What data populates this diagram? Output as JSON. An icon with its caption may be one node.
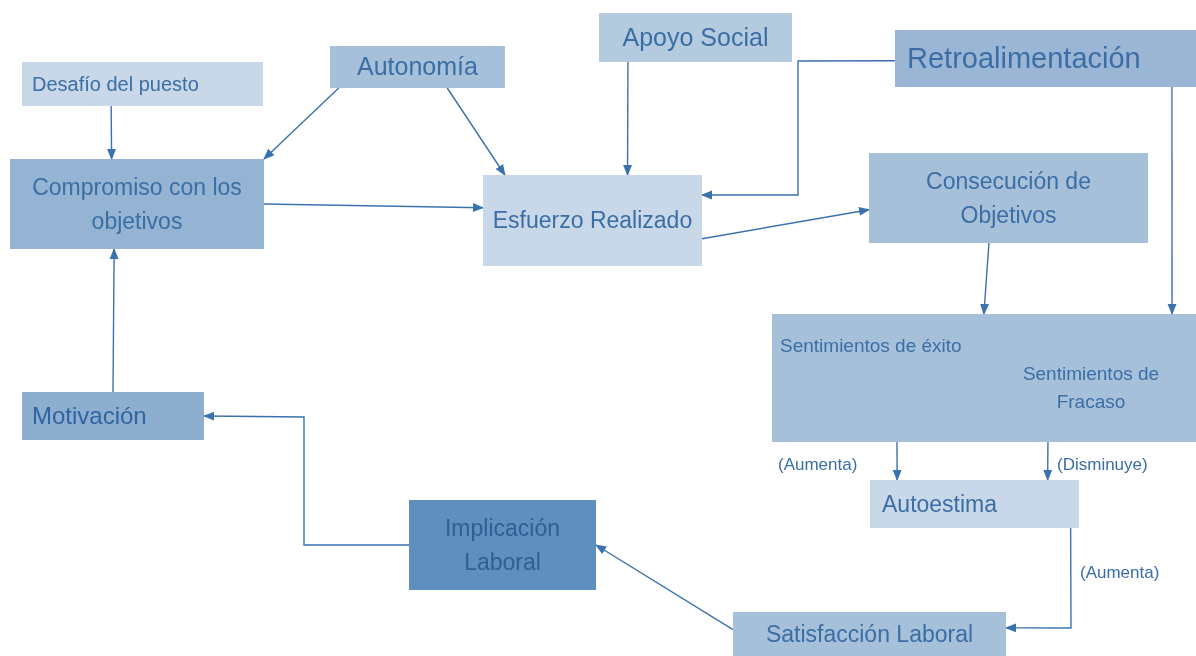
{
  "diagram": {
    "nodes": [
      {
        "text": [
          "Desafío del puesto"
        ]
      },
      {
        "text": [
          "Autonomía"
        ]
      },
      {
        "text": [
          "Apoyo Social"
        ]
      },
      {
        "text": [
          "Retroalimentación"
        ]
      },
      {
        "text": [
          "Compromiso con los objetivos"
        ]
      },
      {
        "text": [
          "Esfuerzo Realizado"
        ]
      },
      {
        "text": [
          "Consecución de Objetivos"
        ]
      },
      {
        "text": [
          "Sentimientos de éxito"
        ]
      },
      {
        "text": [
          "Sentimientos de Fracaso"
        ]
      },
      {
        "text": [
          "Autoestima"
        ]
      },
      {
        "text": [
          "Motivación"
        ]
      },
      {
        "text": [
          "Implicación Laboral"
        ]
      },
      {
        "text": [
          "Satisfacción Laboral"
        ]
      }
    ],
    "edges": [
      {
        "from": 0,
        "to": 4,
        "arrow": "to"
      },
      {
        "from": 1,
        "to": 4,
        "arrow": "to"
      },
      {
        "from": 1,
        "to": 5,
        "arrow": "to"
      },
      {
        "from": 2,
        "to": 5,
        "arrow": "to"
      },
      {
        "from": 3,
        "to": 5,
        "arrow": "to"
      },
      {
        "from": 4,
        "to": 5,
        "arrow": "to"
      },
      {
        "from": 5,
        "to": 6,
        "arrow": "to"
      },
      {
        "from": 6,
        "to": 7,
        "arrow": "to"
      },
      {
        "from": 3,
        "to": 8,
        "arrow": "to"
      },
      {
        "from": 7,
        "to": 9,
        "arrow": "to",
        "label": "(Aumenta)"
      },
      {
        "from": 8,
        "to": 9,
        "arrow": "to",
        "label": "(Disminuye)"
      },
      {
        "from": 9,
        "to": 12,
        "arrow": "to",
        "label": "(Aumenta)"
      },
      {
        "from": 12,
        "to": 11,
        "arrow": "to"
      },
      {
        "from": 11,
        "to": 10,
        "arrow": "to"
      },
      {
        "from": 10,
        "to": 4,
        "arrow": "to"
      }
    ]
  }
}
